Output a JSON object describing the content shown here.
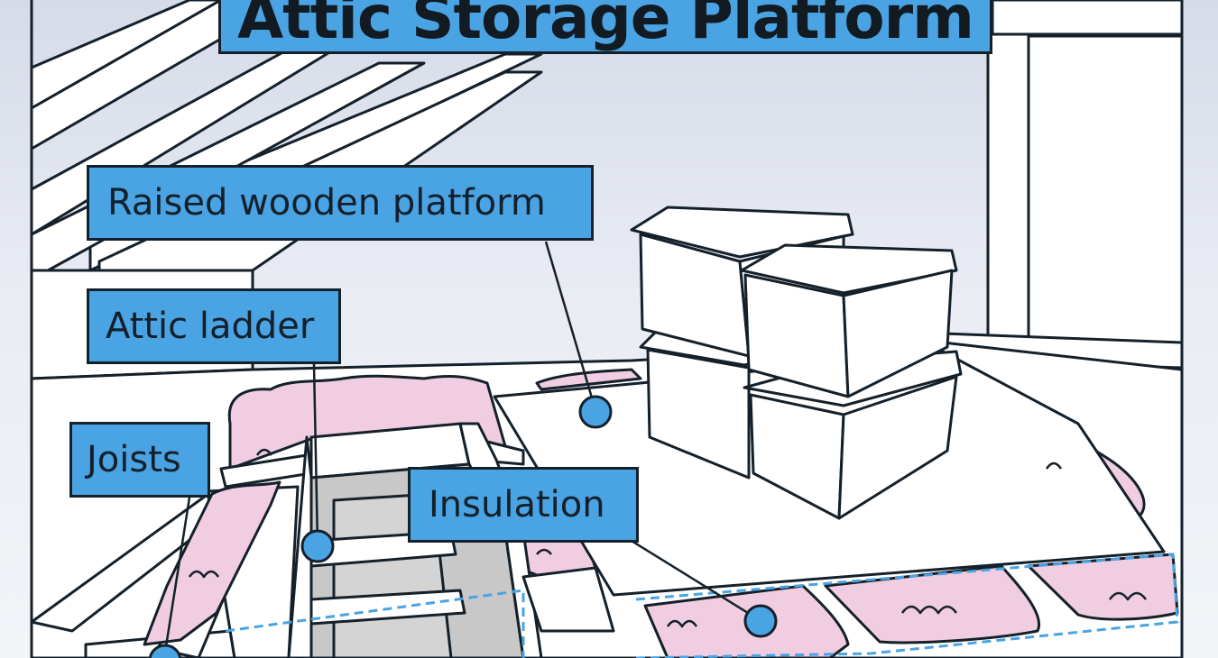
{
  "title": "Attic Storage Platform",
  "labels": {
    "raised_platform": "Raised wooden platform",
    "attic_ladder": "Attic ladder",
    "joists": "Joists",
    "insulation": "Insulation"
  },
  "colors": {
    "label_fill": "#4aa3e3",
    "outline": "#14202a",
    "insulation_pink": "#f0cde0",
    "dashed_marker": "#4aa3e3",
    "shadow_gray": "#c8c8c8"
  }
}
